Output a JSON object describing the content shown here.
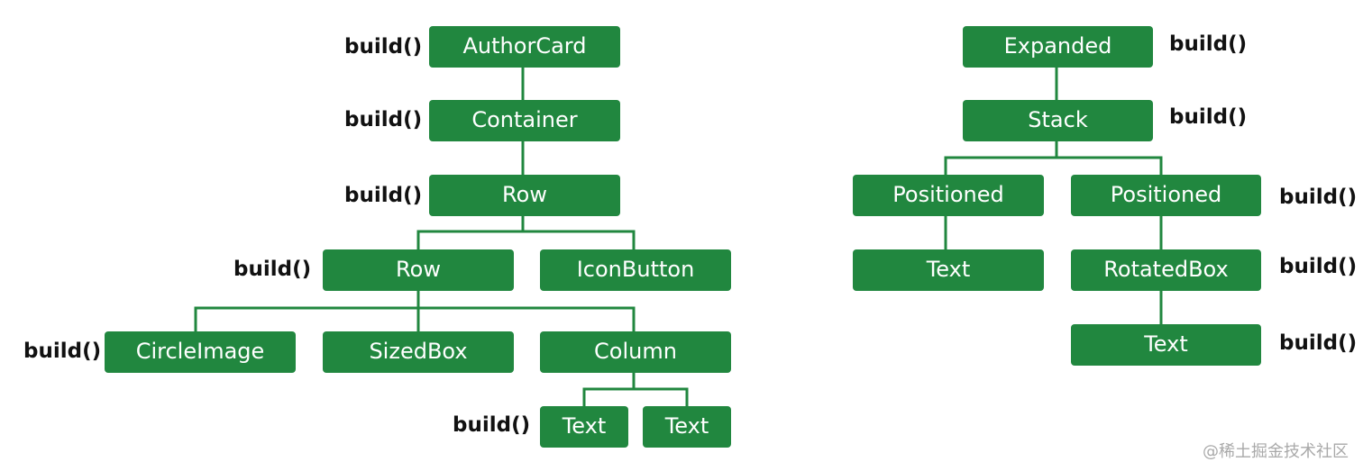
{
  "nodes": {
    "author_card": "AuthorCard",
    "container": "Container",
    "row_outer": "Row",
    "row_inner": "Row",
    "icon_button": "IconButton",
    "circle_image": "CircleImage",
    "sized_box": "SizedBox",
    "column": "Column",
    "text_1": "Text",
    "text_2": "Text",
    "expanded": "Expanded",
    "stack": "Stack",
    "positioned_1": "Positioned",
    "positioned_2": "Positioned",
    "text_3": "Text",
    "rotated_box": "RotatedBox",
    "text_4": "Text"
  },
  "build_label": "build()",
  "watermark": "@稀土掘金技术社区",
  "colors": {
    "node_fill": "#21873f",
    "node_text": "#ffffff",
    "connector": "#21873f",
    "label": "#111111",
    "watermark": "#a9a9a9"
  }
}
